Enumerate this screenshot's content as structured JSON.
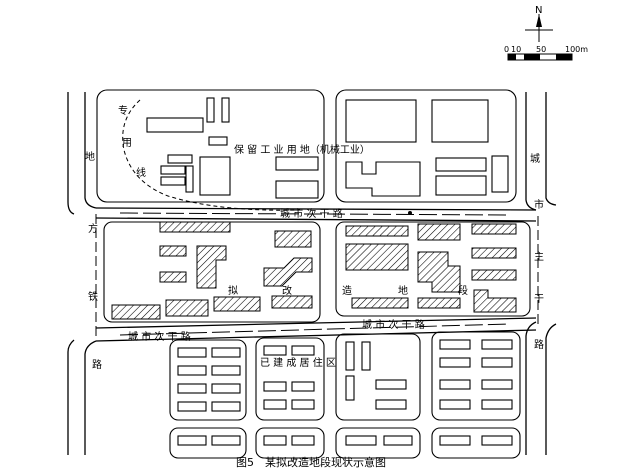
{
  "caption": "图5　某拟改造地段现状示意图",
  "compass": {
    "north": "N"
  },
  "scale_bar": {
    "labels": [
      "0",
      "10",
      "50",
      "100m"
    ]
  },
  "labels": {
    "special_line": [
      "专",
      "用",
      "线"
    ],
    "retained_industrial": "保 留 工 业 用 地（机械工业）",
    "secondary_road_top": "城 市 次 干 路",
    "secondary_road_bottom_left": "城 市 次 干 路",
    "secondary_road_bottom_right": "城 市 次 干 路",
    "left_road_upper": "地",
    "left_road": [
      "方",
      "铁",
      "路"
    ],
    "right_road_upper": "城",
    "right_road": [
      "市",
      "主",
      "干",
      "路"
    ],
    "site_chars": [
      "拟",
      "改",
      "造",
      "地",
      "段"
    ],
    "residential": "已 建 成 居 住 区"
  }
}
